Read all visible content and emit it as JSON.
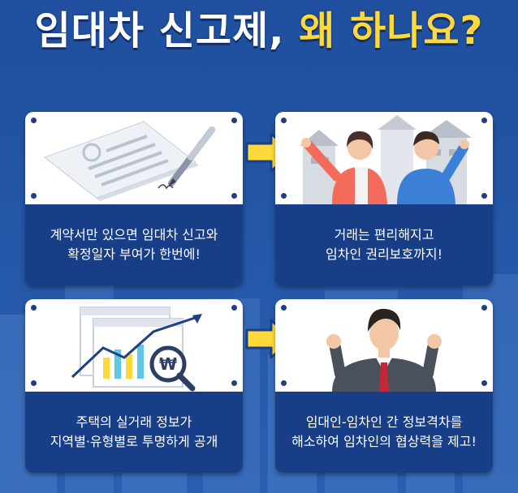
{
  "title": {
    "white_part": "임대차 신고제,",
    "yellow_part": "왜 하나요?"
  },
  "colors": {
    "background": "#2456a6",
    "title_accent": "#ffd93a",
    "card_caption_bg": "#173e86",
    "arrow": "#ffd93a"
  },
  "cards": [
    {
      "icon": "contract-document-pen",
      "line1": "계약서만 있으면 임대차 신고와",
      "line2": "확정일자 부여가 한번에!"
    },
    {
      "icon": "cheering-people-houses",
      "line1": "거래는 편리해지고",
      "line2": "임차인 권리보호까지!"
    },
    {
      "icon": "price-chart-magnifier-won",
      "line1": "주택의 실거래 정보가",
      "line2": "지역별·유형별로 투명하게 공개"
    },
    {
      "icon": "confident-businessman",
      "line1": "임대인-임차인 간 정보격차를",
      "line2": "해소하여 임차인의 협상력을 제고!"
    }
  ]
}
